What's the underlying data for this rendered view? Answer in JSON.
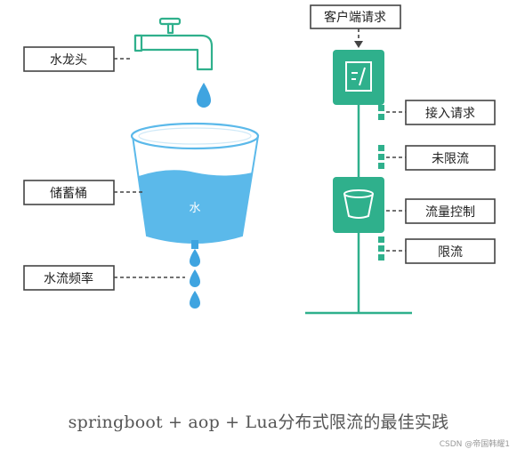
{
  "diagram": {
    "left": {
      "faucet_label": "水龙头",
      "bucket_label": "储蓄桶",
      "water_label": "水",
      "rate_label": "水流频率"
    },
    "right": {
      "client_request_label": "客户端请求",
      "accept_request_label": "接入请求",
      "not_limited_label": "未限流",
      "flow_control_label": "流量控制",
      "limited_label": "限流"
    },
    "colors": {
      "accent": "#2fb08c",
      "water": "#5bb9ea",
      "water_drop": "#3fa4e0",
      "box_border": "#444444"
    }
  },
  "caption": "springboot + aop + Lua分布式限流的最佳实践",
  "watermark": "CSDN @帝国韩耀1"
}
